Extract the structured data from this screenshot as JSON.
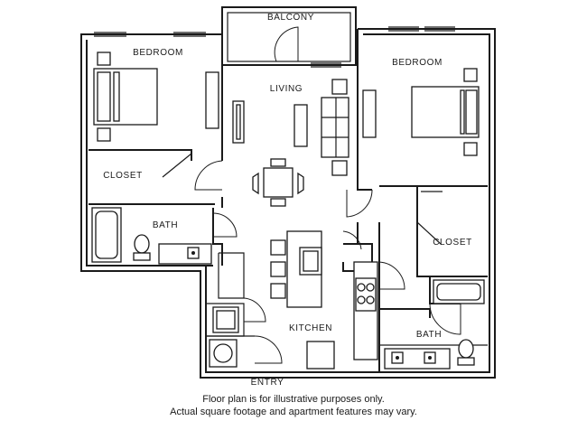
{
  "rooms": {
    "balcony": "BALCONY",
    "bedroom_left": "BEDROOM",
    "bedroom_right": "BEDROOM",
    "living": "LIVING",
    "closet_left": "CLOSET",
    "closet_right": "CLOSET",
    "bath_left": "BATH",
    "bath_right": "BATH",
    "kitchen": "KITCHEN",
    "entry": "ENTRY"
  },
  "caption": {
    "line1": "Floor plan is for illustrative purposes only.",
    "line2": "Actual square footage and apartment features may vary."
  }
}
